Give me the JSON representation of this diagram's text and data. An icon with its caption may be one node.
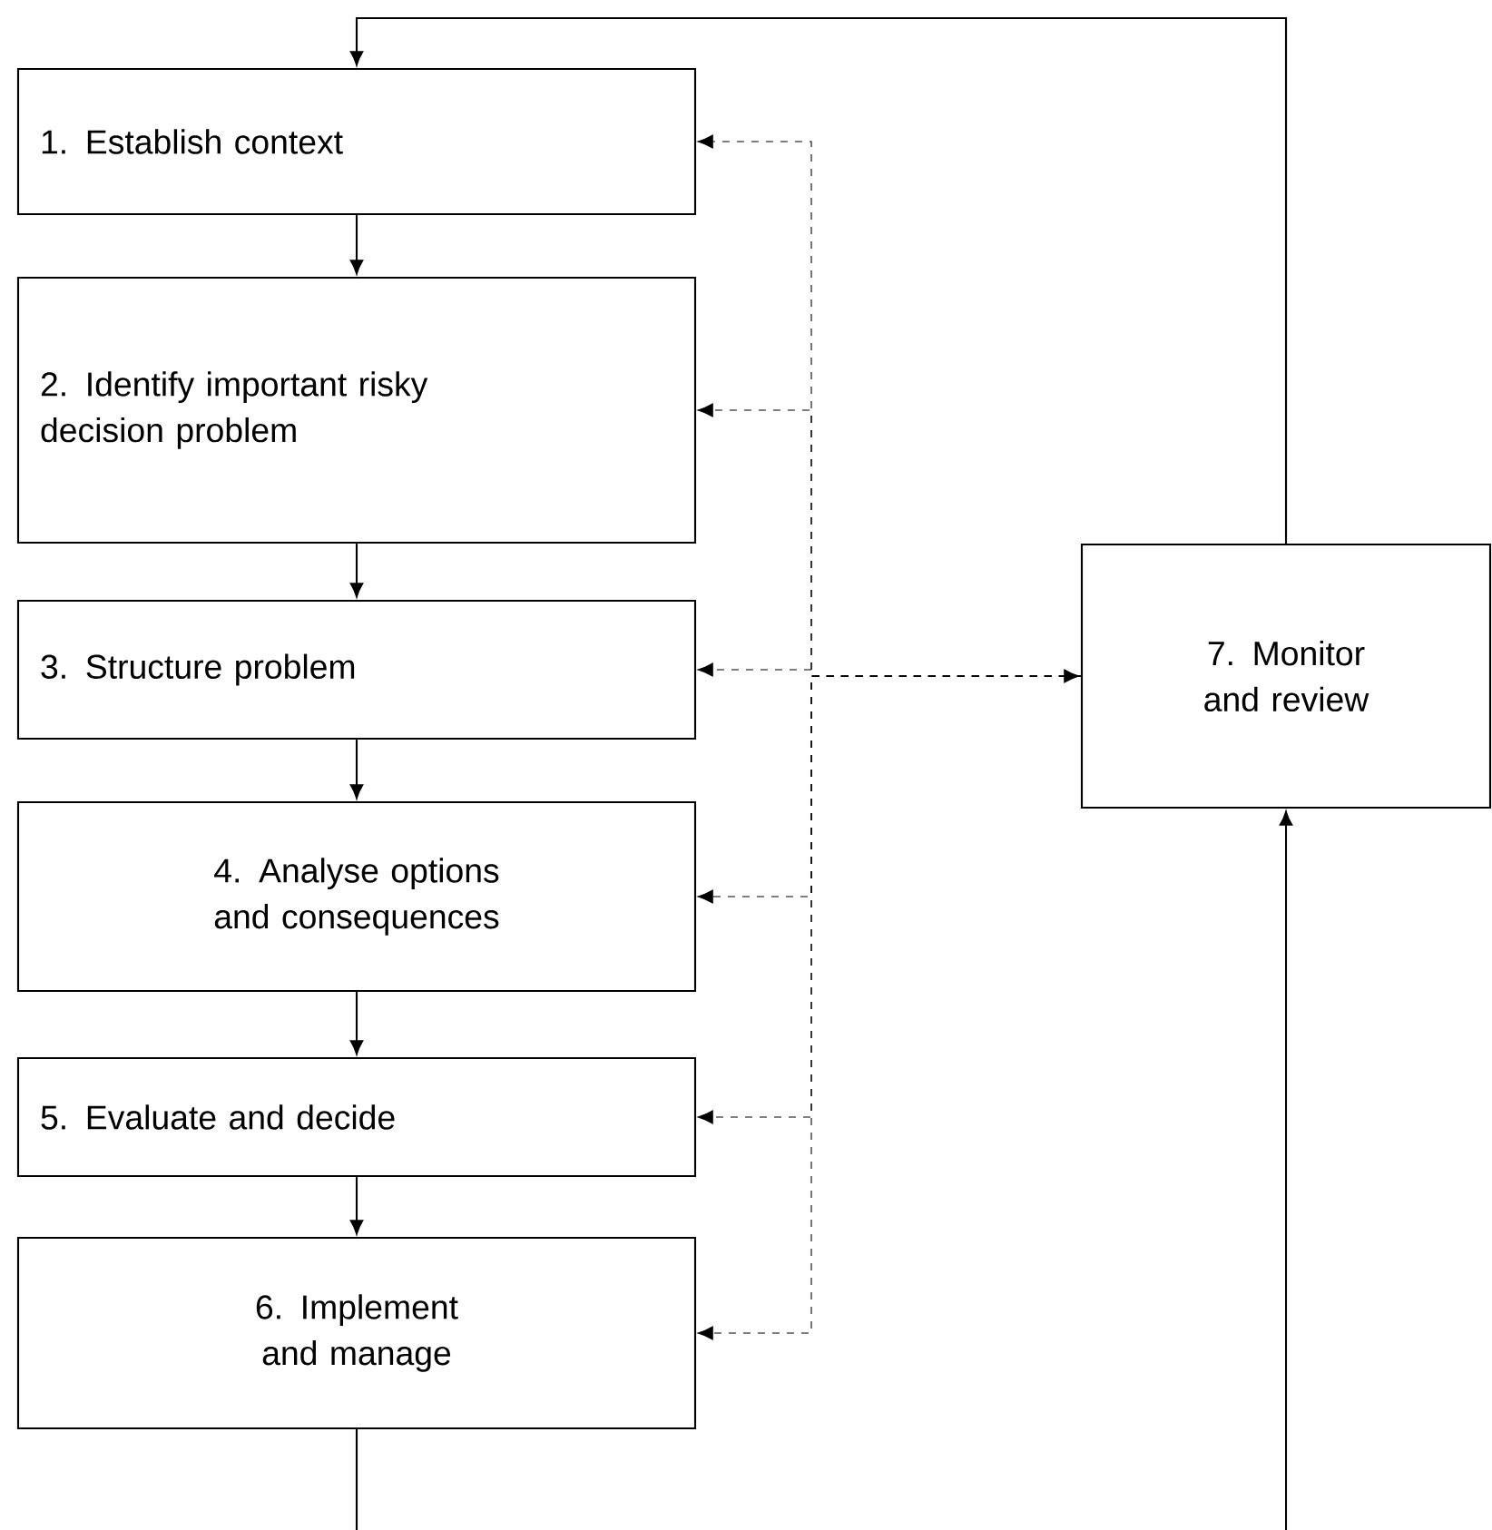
{
  "diagram": {
    "nodes": [
      {
        "text": [
          "1. Establish context"
        ]
      },
      {
        "text": [
          "2. Identify important risky decision problem"
        ]
      },
      {
        "text": [
          "3. Structure problem"
        ]
      },
      {
        "text": [
          "4. Analyse options and consequences"
        ]
      },
      {
        "text": [
          "5. Evaluate and decide"
        ]
      },
      {
        "text": [
          "6. Implement and manage"
        ]
      },
      {
        "text": [
          "7. Monitor and review"
        ]
      }
    ],
    "edges": [
      {
        "from": 0,
        "to": 1,
        "arrow": "to"
      },
      {
        "from": 1,
        "to": 2,
        "arrow": "to"
      },
      {
        "from": 2,
        "to": 3,
        "arrow": "to"
      },
      {
        "from": 3,
        "to": 4,
        "arrow": "to"
      },
      {
        "from": 4,
        "to": 5,
        "arrow": "to"
      },
      {
        "from": 6,
        "to": 0,
        "arrow": "to"
      },
      {
        "from": 5,
        "to": null,
        "arrow": "none"
      },
      {
        "from": null,
        "to": 6,
        "arrow": "to"
      },
      {
        "from": null,
        "to": 6,
        "arrow": "to",
        "style": "dashed"
      },
      {
        "from": 6,
        "to": 0,
        "arrow": "to",
        "style": "dashed"
      },
      {
        "from": 6,
        "to": 1,
        "arrow": "to",
        "style": "dashed"
      },
      {
        "from": 6,
        "to": 2,
        "arrow": "to",
        "style": "dashed"
      },
      {
        "from": 6,
        "to": 3,
        "arrow": "to",
        "style": "dashed"
      },
      {
        "from": 6,
        "to": 4,
        "arrow": "to",
        "style": "dashed"
      },
      {
        "from": 6,
        "to": 5,
        "arrow": "to",
        "style": "dashed"
      }
    ]
  }
}
